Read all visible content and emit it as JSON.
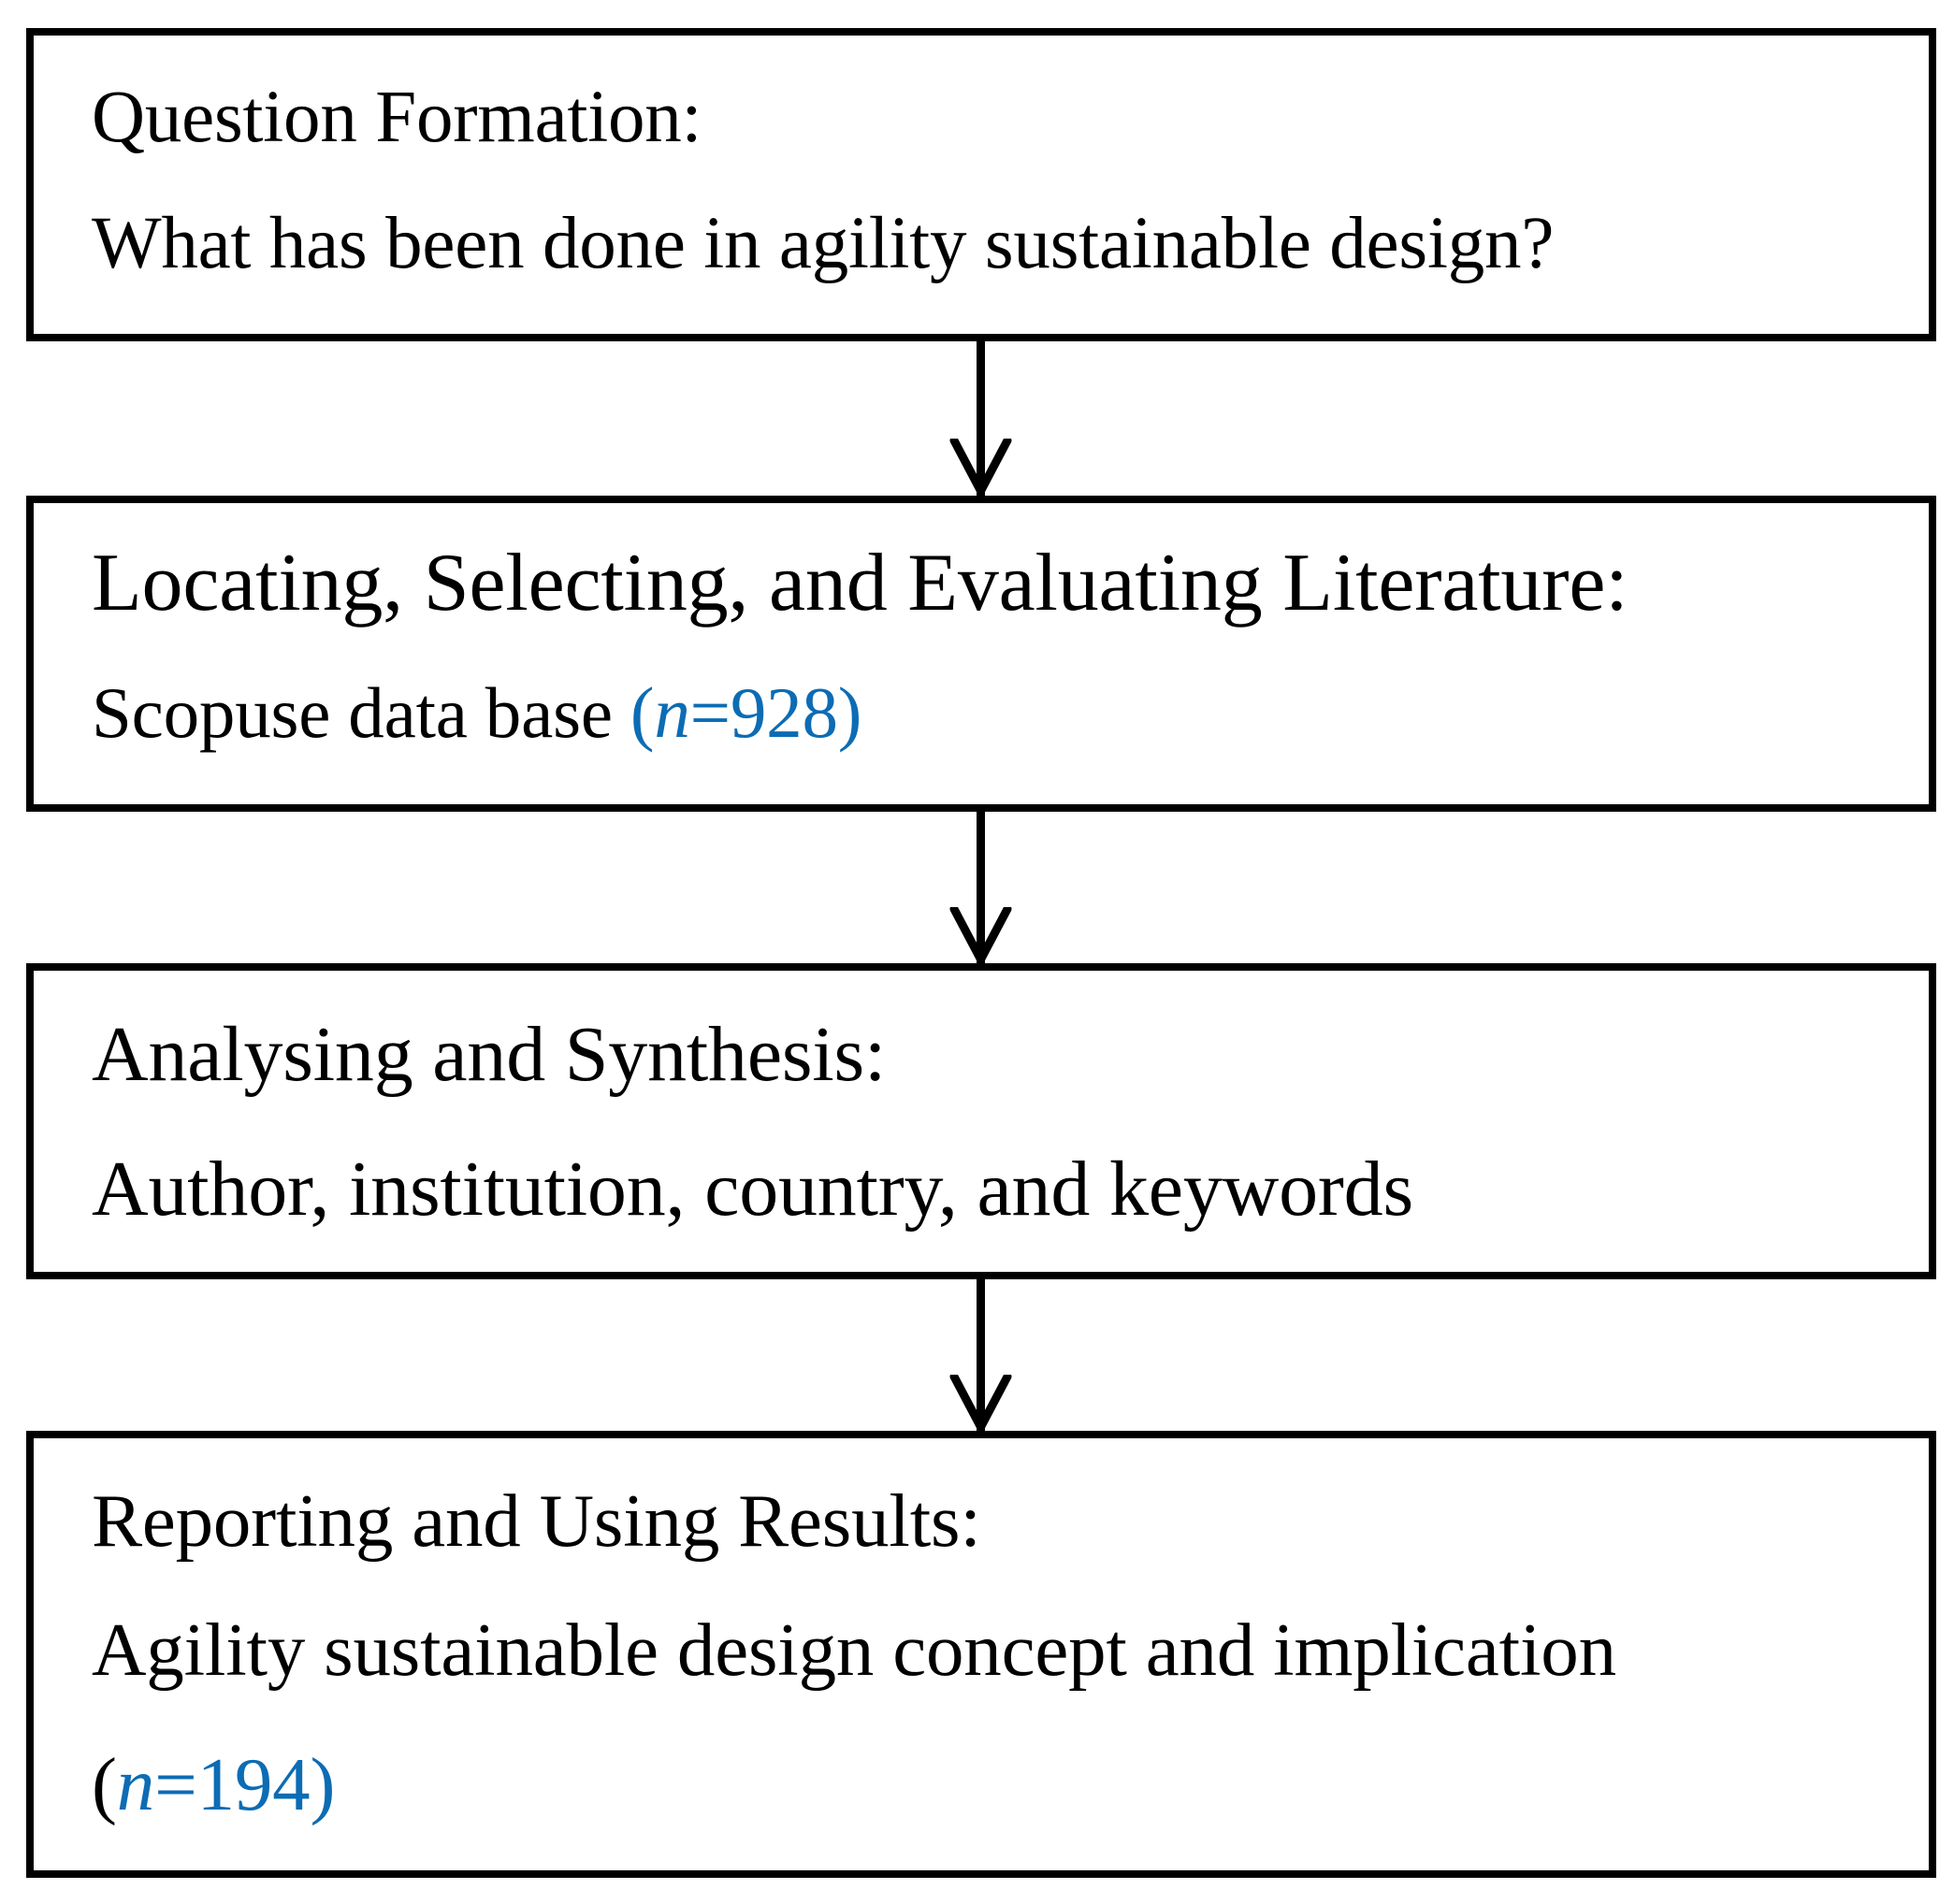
{
  "diagram": {
    "type": "flowchart",
    "orientation": "vertical",
    "accent_color": "#0c6cb4",
    "border_color": "#000000",
    "background_color": "#ffffff",
    "nodes": [
      {
        "id": "question-formation",
        "title": "Question Formation:",
        "detail": "What has been done in agility sustainable design?"
      },
      {
        "id": "locating-selecting-evaluating",
        "title": "Locating, Selecting, and Evaluating Literature:",
        "detail_prefix": "Scopuse data base ",
        "count_open": "(",
        "count_var": "n",
        "count_eq": "=",
        "count_value": "928",
        "count_close": ")"
      },
      {
        "id": "analysing-synthesis",
        "title": "Analysing and Synthesis:",
        "detail": "Author, institution, country, and keywords"
      },
      {
        "id": "reporting-using-results",
        "title": "Reporting and Using Results:",
        "detail": "Agility sustainable design concept and implication",
        "count_open": "(",
        "count_var": "n",
        "count_eq": "=",
        "count_value": "194",
        "count_close": ")"
      }
    ],
    "connectors": [
      {
        "id": "arrow-1",
        "from": "question-formation",
        "to": "locating-selecting-evaluating",
        "glyph": "down-arrow"
      },
      {
        "id": "arrow-2",
        "from": "locating-selecting-evaluating",
        "to": "analysing-synthesis",
        "glyph": "down-arrow"
      },
      {
        "id": "arrow-3",
        "from": "analysing-synthesis",
        "to": "reporting-using-results",
        "glyph": "down-arrow"
      }
    ]
  }
}
